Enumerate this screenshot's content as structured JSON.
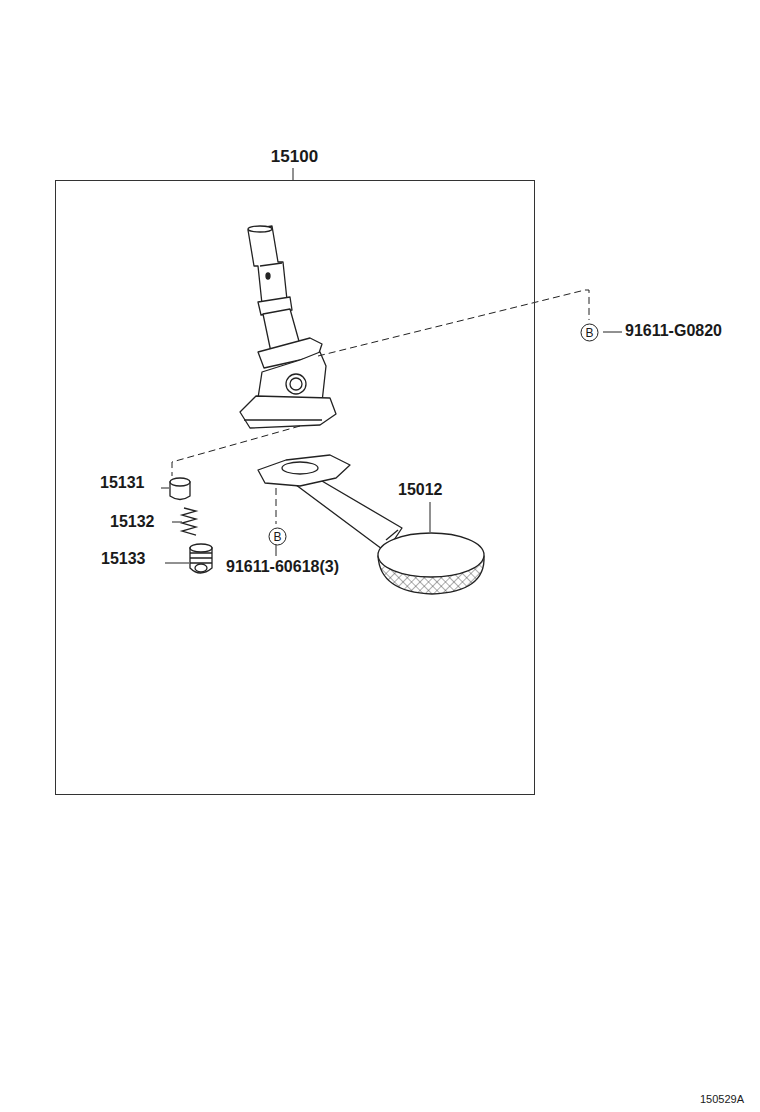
{
  "diagram": {
    "nodes": [
      {
        "text": [
          "15100"
        ]
      },
      {
        "text": [
          "B"
        ]
      },
      {
        "text": [
          "B"
        ],
        "in": 0
      }
    ],
    "labels": [
      "91611-G0820",
      "15131",
      "15132",
      "15133",
      "15012",
      "91611-60618(3)",
      "150529A"
    ]
  }
}
